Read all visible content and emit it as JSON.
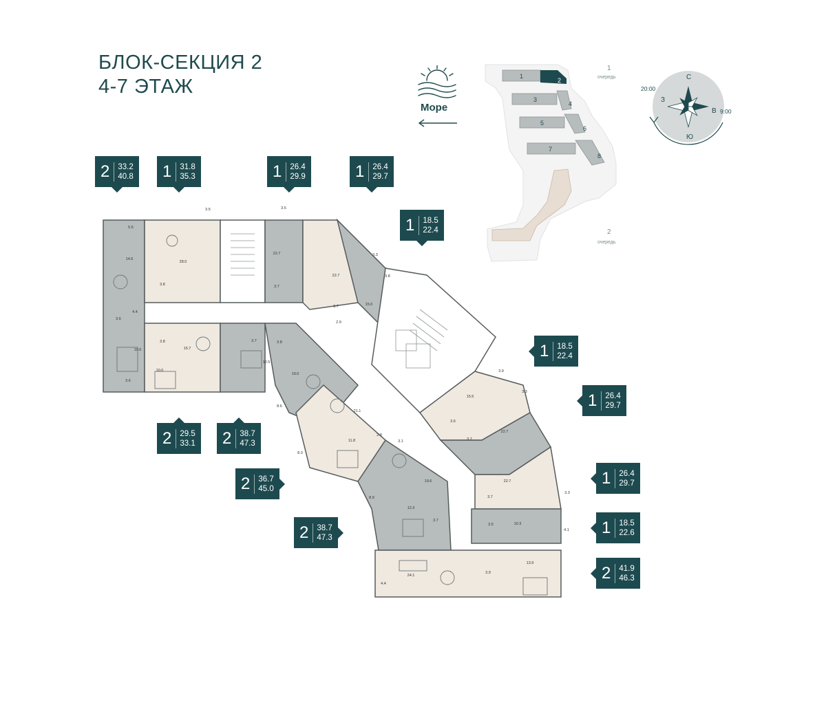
{
  "header": {
    "line1": "БЛОК-СЕКЦИЯ 2",
    "line2": "4-7 ЭТАЖ"
  },
  "sea": {
    "label": "Море",
    "icon": "sun-over-waves-icon",
    "arrow": "arrow-left-icon"
  },
  "site_plan": {
    "sections": [
      "1",
      "2",
      "3",
      "4",
      "5",
      "6",
      "7",
      "8"
    ],
    "queue1_number": "1",
    "queue1_word": "очередь",
    "queue2_number": "2",
    "queue2_word": "очередь",
    "highlight_color": "#1d4a4f"
  },
  "compass": {
    "north": "С",
    "south": "Ю",
    "west": "З",
    "east": "В",
    "time_left": "20:00",
    "time_right": "9:00"
  },
  "apartments": [
    {
      "rooms": "2",
      "total": "33.2",
      "living": "40.8"
    },
    {
      "rooms": "1",
      "total": "31.8",
      "living": "35.3"
    },
    {
      "rooms": "1",
      "total": "26.4",
      "living": "29.9"
    },
    {
      "rooms": "1",
      "total": "26.4",
      "living": "29.7"
    },
    {
      "rooms": "1",
      "total": "18.5",
      "living": "22.4"
    },
    {
      "rooms": "1",
      "total": "18.5",
      "living": "22.4"
    },
    {
      "rooms": "1",
      "total": "26.4",
      "living": "29.7"
    },
    {
      "rooms": "1",
      "total": "26.4",
      "living": "29.7"
    },
    {
      "rooms": "1",
      "total": "18.5",
      "living": "22.6"
    },
    {
      "rooms": "2",
      "total": "41.9",
      "living": "46.3"
    },
    {
      "rooms": "2",
      "total": "38.7",
      "living": "47.3"
    },
    {
      "rooms": "2",
      "total": "36.7",
      "living": "45.0"
    },
    {
      "rooms": "2",
      "total": "29.5",
      "living": "33.1"
    },
    {
      "rooms": "2",
      "total": "38.7",
      "living": "47.3"
    }
  ],
  "room_areas": [
    "5.6",
    "14.6",
    "3.6",
    "4.4",
    "10.6",
    "3.6",
    "3.8",
    "28.0",
    "3.5",
    "22.7",
    "3.7",
    "3.5",
    "22.7",
    "3.3",
    "3.8",
    "15.0",
    "2.9",
    "3.7",
    "15.7",
    "10.0",
    "3.8",
    "3.8",
    "3.7",
    "12.5",
    "19.0",
    "8.6",
    "21.1",
    "11.8",
    "2.8",
    "8.3",
    "3.1",
    "3.9",
    "15.5",
    "3.3",
    "22.7",
    "3.6",
    "3.7",
    "22.7",
    "3.3",
    "3.7",
    "3.5",
    "10.3",
    "4.1",
    "12.3",
    "19.6",
    "3.7",
    "8.9",
    "24.1",
    "3.9",
    "13.9",
    "4.4"
  ],
  "colors": {
    "accent": "#1d4a4f",
    "apartment_grey": "#b7bcbd",
    "apartment_beige": "#efe9e0"
  }
}
